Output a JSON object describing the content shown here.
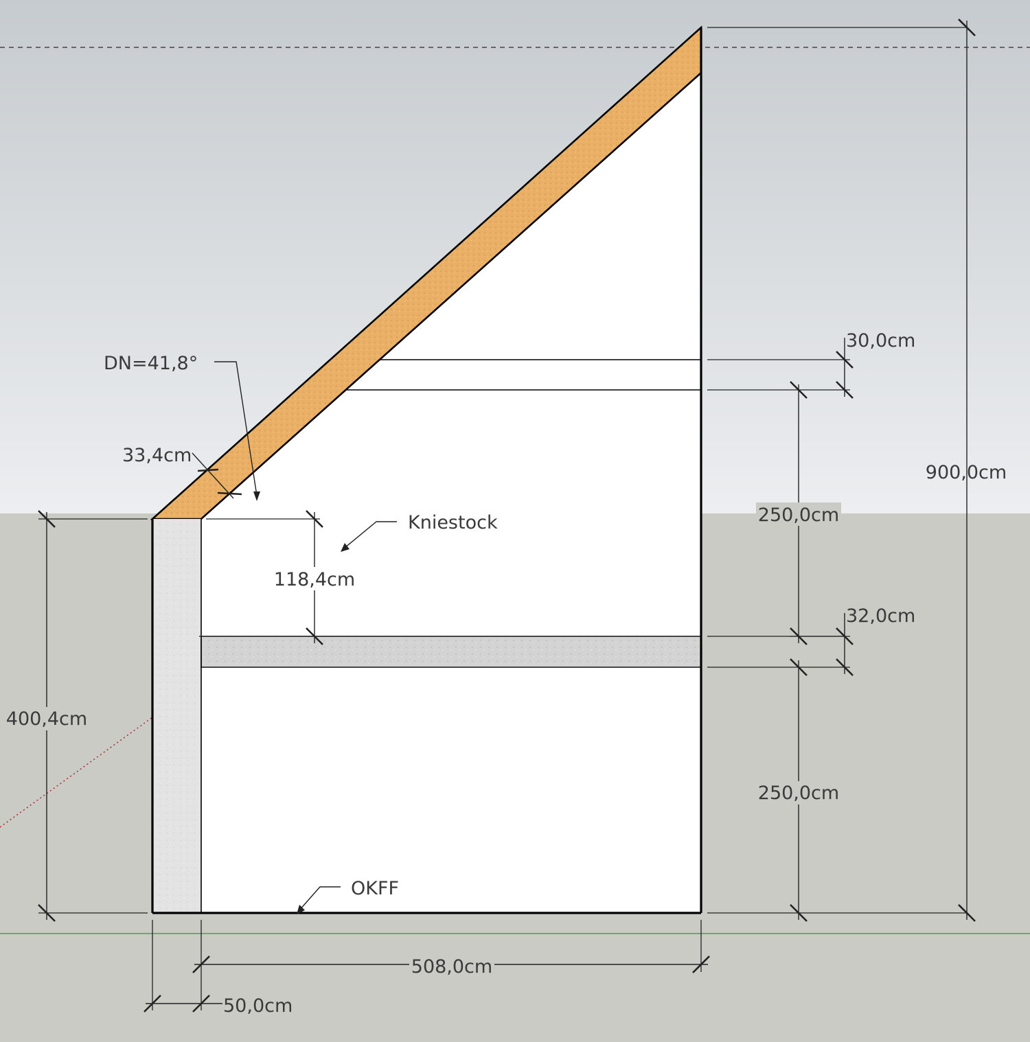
{
  "colors": {
    "sky_top": "#c6cbcf",
    "sky_bottom": "#eceef0",
    "ground": "#cbcbc5",
    "roof": "#e9b066",
    "concrete": "#e3e3e3",
    "slab": "#d3d3d3",
    "interior": "#ffffff",
    "axis_green": "#3aaa3a",
    "axis_red": "#b03030"
  },
  "dimensions": {
    "total_height": "900,0cm",
    "ridge_rafter": "30,0cm",
    "upper_storey": "250,0cm",
    "slab": "32,0cm",
    "lower_storey": "250,0cm",
    "wall_height": "400,4cm",
    "knee_wall": "118,4cm",
    "rafter_depth": "33,4cm",
    "width": "508,0cm",
    "wall_thickness": "50,0cm"
  },
  "labels": {
    "roof_pitch": "DN=41,8°",
    "knee_wall": "Kniestock",
    "floor": "OKFF"
  }
}
